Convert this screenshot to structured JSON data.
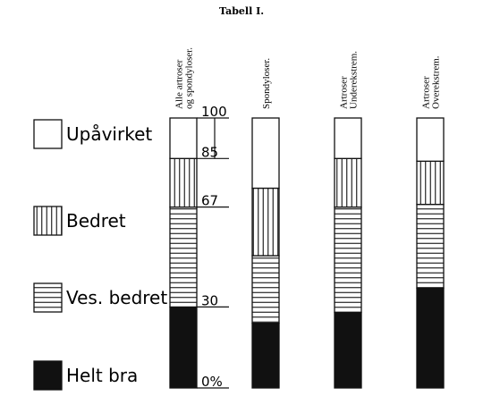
{
  "chart_data": {
    "type": "bar",
    "stacked": true,
    "orientation": "vertical",
    "title": "Tabell I.",
    "categories": [
      [
        "Alle artroser",
        "og spondyloser."
      ],
      [
        "Spondyloser."
      ],
      [
        "Artroser",
        "Underekstrem."
      ],
      [
        "Artroser",
        "Overekstrem."
      ]
    ],
    "series": [
      {
        "name": "Helt bra",
        "pattern": "solid",
        "values": [
          30,
          24,
          28,
          37
        ]
      },
      {
        "name": "Ves. bedret",
        "pattern": "horizontal",
        "values": [
          37,
          25,
          39,
          31
        ]
      },
      {
        "name": "Bedret",
        "pattern": "vertical",
        "values": [
          18,
          25,
          18,
          16
        ]
      },
      {
        "name": "Upåvirket",
        "pattern": "empty",
        "values": [
          15,
          26,
          15,
          16
        ]
      }
    ],
    "legend_order": [
      "Upåvirket",
      "Bedret",
      "Ves. bedret",
      "Helt bra"
    ],
    "legend_position": "left",
    "ylim": [
      0,
      100
    ],
    "ytick_labels": [
      {
        "value": 100,
        "label": "100"
      },
      {
        "value": 85,
        "label": "85"
      },
      {
        "value": 67,
        "label": "67"
      },
      {
        "value": 30,
        "label": "30"
      },
      {
        "value": 0,
        "label": "0%"
      }
    ],
    "grid": false
  }
}
